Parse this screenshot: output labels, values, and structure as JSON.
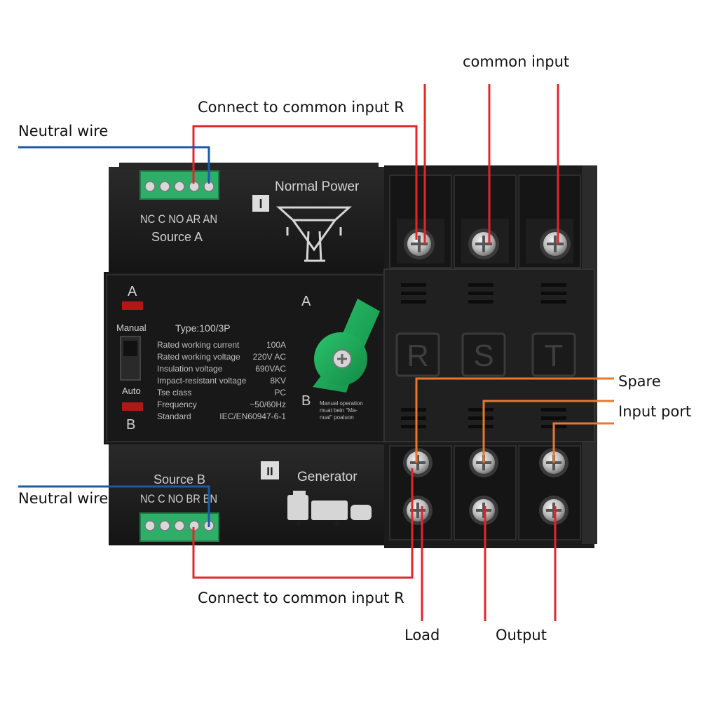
{
  "colors": {
    "red_wire": "#e2262b",
    "blue_wire": "#1d59a8",
    "orange_wire": "#e8782c",
    "housing": "#1c1c1c",
    "terminal_green": "#2fae6a",
    "knob_green": "#20a55a",
    "led_red": "#b01818"
  },
  "annotations": {
    "common_input": "common input",
    "connect_r_top": "Connect to common input R",
    "neutral_top": "Neutral wire",
    "neutral_bottom": "Neutral wire",
    "spare": "Spare",
    "input_port": "Input port",
    "connect_r_bottom": "Connect to common input R",
    "load": "Load",
    "output": "Output"
  },
  "device": {
    "source_a": {
      "pins": "NC C NO AR AN",
      "label": "Source A",
      "roman": "I",
      "title": "Normal Power"
    },
    "source_b": {
      "pins": "NC C NO BR BN",
      "label": "Source B",
      "roman": "II",
      "title": "Generator"
    },
    "indicator_a": "A",
    "indicator_b": "B",
    "mode_manual": "Manual",
    "mode_auto": "Auto",
    "switch_a": "A",
    "switch_b": "B",
    "type": "Type:100/3P",
    "specs": [
      {
        "name": "Rated working current",
        "value": "100A"
      },
      {
        "name": "Rated working voltage",
        "value": "220V AC"
      },
      {
        "name": "Insulation voltage",
        "value": "690VAC"
      },
      {
        "name": "Impact-resistant voltage",
        "value": "8KV"
      },
      {
        "name": "Tse class",
        "value": "PC"
      },
      {
        "name": "Frequency",
        "value": "~50/60Hz"
      },
      {
        "name": "Standard",
        "value": "IEC/EN60947-6-1"
      }
    ],
    "manual_note_1": "Manual operation",
    "manual_note_2": "muat bein \"Ma-",
    "manual_note_3": "nual\" poaluon",
    "phases": [
      "R",
      "S",
      "T"
    ]
  }
}
